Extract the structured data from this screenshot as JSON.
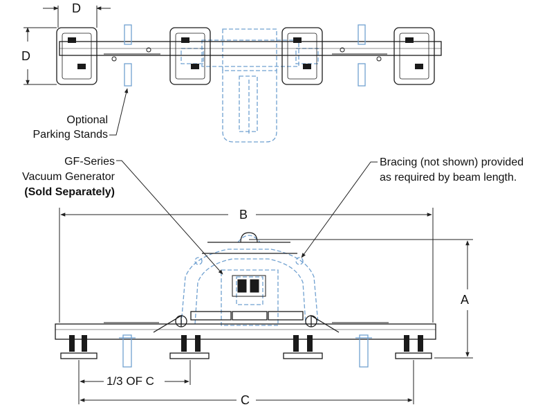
{
  "dimensions": {
    "d_horizontal": "D",
    "d_vertical": "D",
    "a": "A",
    "b": "B",
    "c": "C",
    "one_third_c": "1/3 OF C"
  },
  "callouts": {
    "parking_line1": "Optional",
    "parking_line2": "Parking Stands",
    "gf_line1": "GF-Series",
    "gf_line2": "Vacuum Generator",
    "gf_line3": "(Sold Separately)",
    "bracing_line1": "Bracing (not shown) provided",
    "bracing_line2": "as required by beam length."
  },
  "colors": {
    "drawing_black": "#1a1a1a",
    "phantom_blue": "#6fa0d0",
    "dimension_line": "#222222"
  }
}
